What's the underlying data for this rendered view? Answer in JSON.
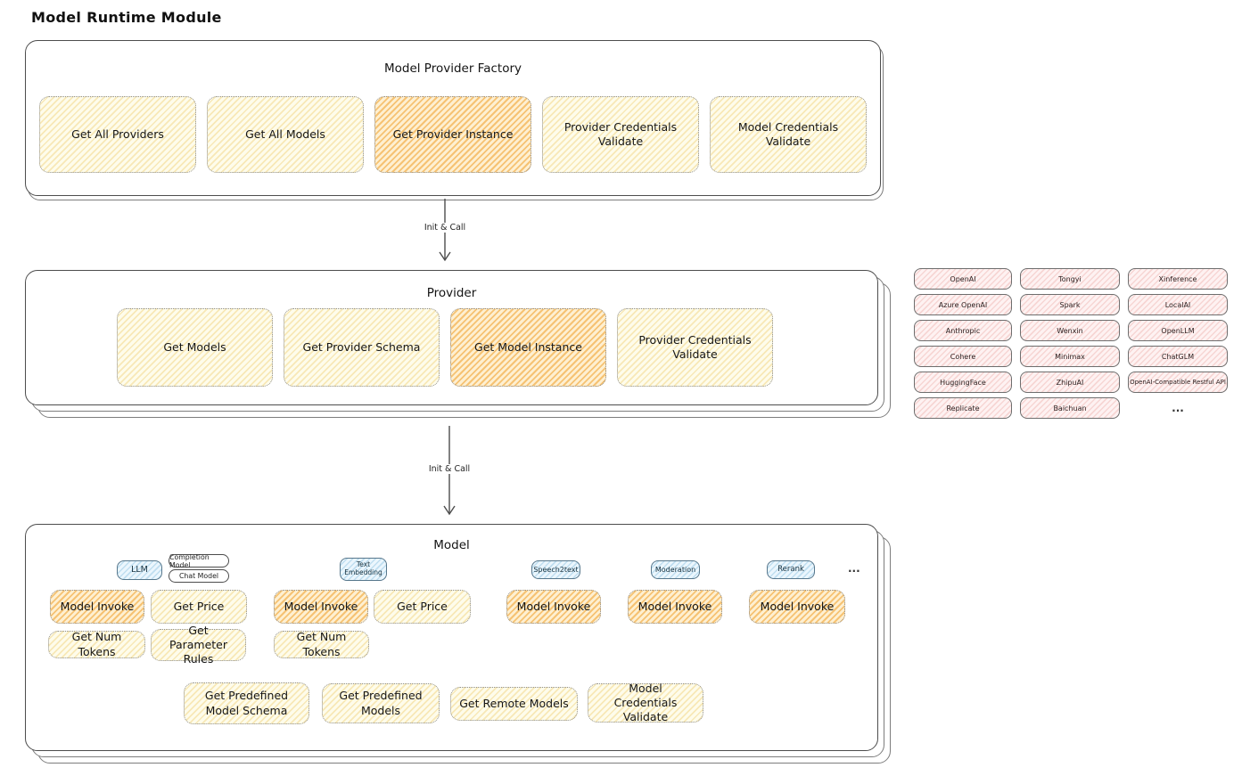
{
  "title": "Model Runtime Module",
  "arrows": {
    "label1": "Init & Call",
    "label2": "Init & Call"
  },
  "factory": {
    "title": "Model Provider Factory",
    "buttons": [
      "Get All Providers",
      "Get All Models",
      "Get Provider Instance",
      "Provider Credentials Validate",
      "Model Credentials Validate"
    ]
  },
  "provider": {
    "title": "Provider",
    "buttons": [
      "Get Models",
      "Get Provider Schema",
      "Get Model Instance",
      "Provider Credentials Validate"
    ]
  },
  "provider_list": {
    "items": [
      "OpenAI",
      "Tongyi",
      "Xinference",
      "Azure OpenAI",
      "Spark",
      "LocalAI",
      "Anthropic",
      "Wenxin",
      "OpenLLM",
      "Cohere",
      "Minimax",
      "ChatGLM",
      "HuggingFace",
      "ZhipuAI",
      "OpenAI-Compatible Restful API",
      "Replicate",
      "Baichuan"
    ],
    "more": "..."
  },
  "model": {
    "title": "Model",
    "tabs": {
      "llm": "LLM",
      "completion_model": "Completion Model",
      "chat_model": "Chat Model",
      "text_embedding": "Text Embedding",
      "speech2text": "Speech2text",
      "moderation": "Moderation",
      "rerank": "Rerank",
      "more": "..."
    },
    "buttons": {
      "model_invoke": "Model Invoke",
      "get_price": "Get Price",
      "get_num_tokens": "Get Num Tokens",
      "get_parameter_rules": "Get Parameter Rules"
    },
    "bottom_buttons": [
      "Get Predefined Model Schema",
      "Get Predefined Models",
      "Get Remote Models",
      "Model Credentials Validate"
    ]
  },
  "colors": {
    "highlight_orange": "#f3b04d",
    "soft_yellow": "#fefbea",
    "tab_blue": "#e9f5fc",
    "provider_pink": "#fdf1f0",
    "line": "#4d4d4d"
  }
}
